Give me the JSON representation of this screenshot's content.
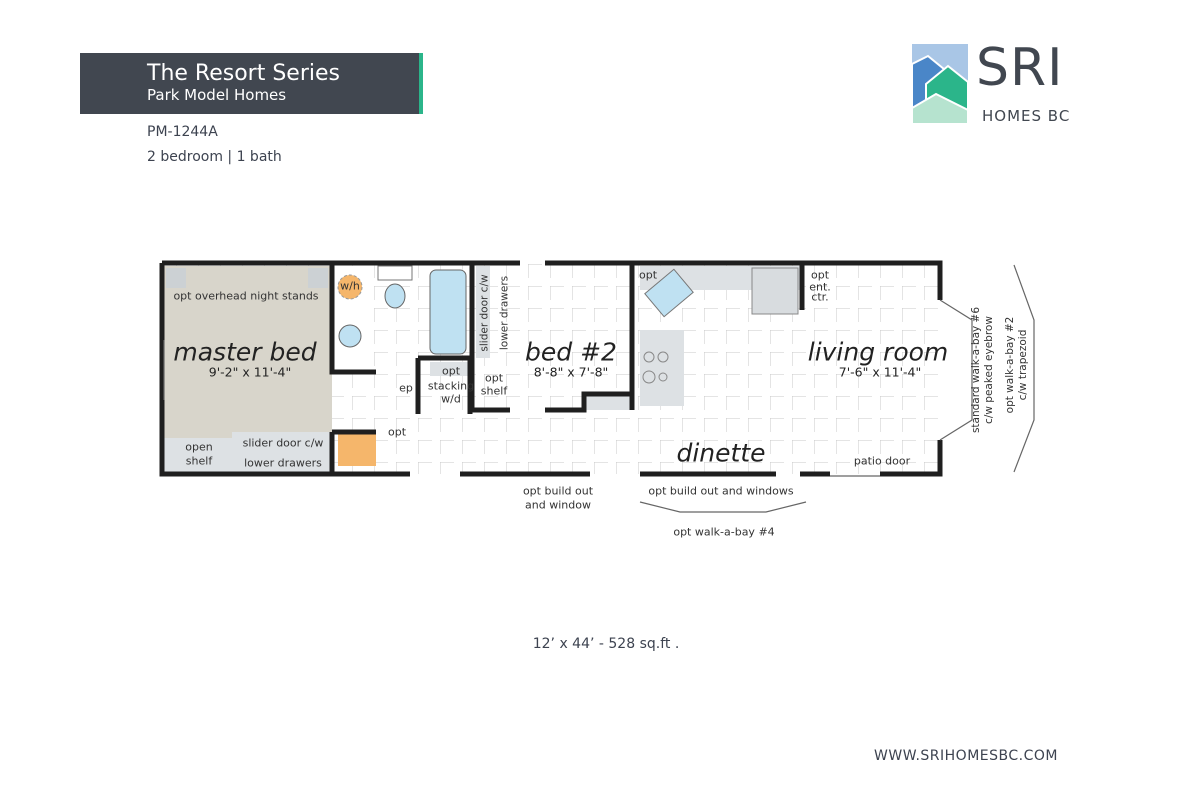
{
  "header": {
    "title": "The Resort Series",
    "subtitle": "Park Model Homes"
  },
  "model": {
    "code": "PM-1244A",
    "rooms": "2 bedroom | 1 bath"
  },
  "logo": {
    "text": "SRI",
    "subtext": "HOMES BC",
    "colors": [
      "#4a86c8",
      "#2bb58a",
      "#a9c6e6",
      "#b6e3cf"
    ]
  },
  "plan": {
    "master_bed": {
      "name": "master bed",
      "dims": "9'-2\" x 11'-4\""
    },
    "bed2": {
      "name": "bed #2",
      "dims": "8'-8\" x 7'-8\""
    },
    "living": {
      "name": "living room",
      "dims": "7'-6\" x 11'-4\""
    },
    "dinette": "dinette",
    "labels": {
      "night_stands": "opt overhead night stands",
      "open_shelf_1": "open",
      "open_shelf_2": "shelf",
      "slider1": "slider door c/w",
      "drawers1": "lower drawers",
      "wh": "w/h",
      "ep": "ep",
      "stack_1": "opt",
      "stack_2": "stacking",
      "stack_3": "w/d",
      "shelf_1": "opt",
      "shelf_2": "shelf",
      "slider2": "slider door c/w",
      "drawers2": "lower drawers",
      "opt_hall": "opt",
      "opt_kitchen": "opt",
      "ent_1": "opt",
      "ent_2": "ent.",
      "ent_3": "ctr.",
      "patio": "patio door",
      "buildout_1": "opt build out",
      "buildout_2": "and window",
      "buildout_windows": "opt build out and windows",
      "bay4": "opt walk-a-bay #4",
      "bay6_1": "standard walk-a-bay #6",
      "bay6_2": "c/w peaked eyebrow",
      "bay2_1": "opt walk-a-bay #2",
      "bay2_2": "c/w trapezoid"
    }
  },
  "size": "12’ x 44’ - 528 sq.ft .",
  "website": "WWW.SRIHOMESBC.COM"
}
